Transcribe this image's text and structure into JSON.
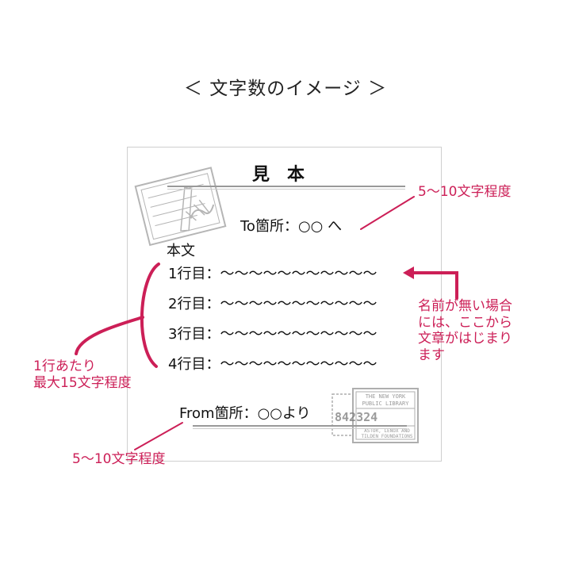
{
  "page_title": "＜ 文字数のイメージ ＞",
  "card": {
    "sample_title": "見本",
    "to_line": "To箇所：○○ へ",
    "body_label": "本文",
    "body_lines": [
      "1行目：～～～～～～～～～～～",
      "2行目：～～～～～～～～～～～",
      "3行目：～～～～～～～～～～～",
      "4行目：～～～～～～～～～～～"
    ],
    "from_line": "From箇所：○○より",
    "stamp_top_left_text": "",
    "stamp_bottom_right": {
      "line1": "THE NEW YORK",
      "line2": "PUBLIC LIBRARY",
      "number": "842324",
      "line3": "ASTOR, LENOX AND",
      "line4": "TILDEN FOUNDATIONS"
    }
  },
  "annotations": {
    "top": "5～10文字程度",
    "right": "名前が無い場合\nには、ここから\n文章がはじまり\nます",
    "left": "1行あたり\n最大15文字程度",
    "bottom": "5～10文字程度"
  },
  "colors": {
    "accent": "#cc1f57",
    "rule": "#999999",
    "stamp": "#8a8a8a"
  }
}
